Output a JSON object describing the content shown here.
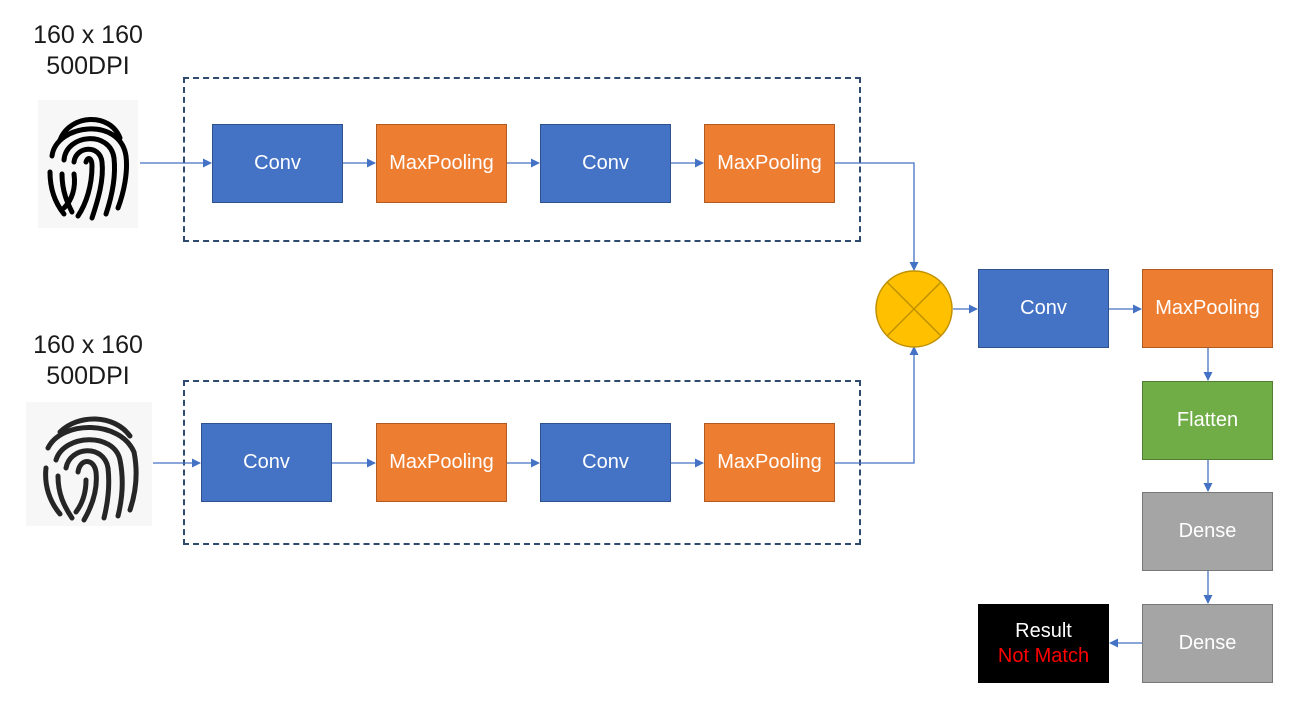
{
  "inputs": [
    {
      "size": "160 x 160",
      "resolution": "500DPI"
    },
    {
      "size": "160 x 160",
      "resolution": "500DPI"
    }
  ],
  "branch_top": [
    "Conv",
    "MaxPooling",
    "Conv",
    "MaxPooling"
  ],
  "branch_bottom": [
    "Conv",
    "MaxPooling",
    "Conv",
    "MaxPooling"
  ],
  "merge": {
    "conv": "Conv",
    "pool": "MaxPooling",
    "flatten": "Flatten",
    "dense1": "Dense",
    "dense2": "Dense"
  },
  "result": {
    "title": "Result",
    "status": "Not Match"
  },
  "colors": {
    "conv": "#4472c4",
    "pool": "#ed7d31",
    "flatten": "#70ad47",
    "dense": "#a5a5a5",
    "merge_node": "#ffc000",
    "arrow": "#4472c4",
    "status": "#ff0000"
  },
  "icons": [
    "fingerprint-icon",
    "fingerprint-icon",
    "multiply-merge-icon"
  ]
}
